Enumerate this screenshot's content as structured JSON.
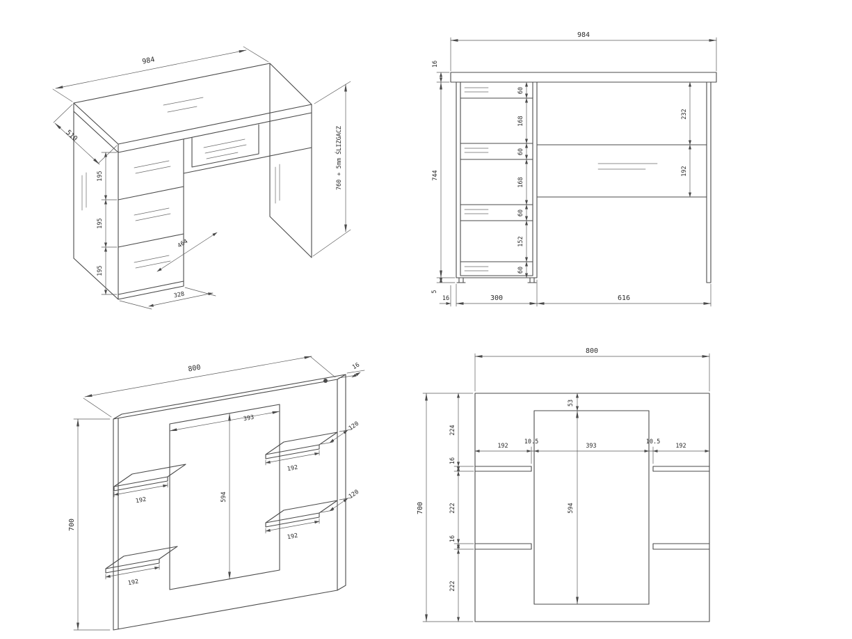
{
  "drawing": {
    "background": "#ffffff",
    "line_color": "#4a4a4a",
    "views": {
      "desk_iso": {
        "title": "desk-isometric-view",
        "dims": {
          "width": "984",
          "depth": "510",
          "drawer_1": "195",
          "drawer_2": "195",
          "drawer_3": "195",
          "diagonal": "464",
          "pedestal_width": "328",
          "height": "760 + 5mm ŚLIZGACZ"
        }
      },
      "desk_front": {
        "title": "desk-front-elevation",
        "dims": {
          "width": "984",
          "top_thickness": "16",
          "side_height": "744",
          "chain": [
            "60",
            "168",
            "60",
            "168",
            "60",
            "152",
            "60"
          ],
          "right_top_gap": "232",
          "back_rail": "192",
          "foot_gap": "5",
          "panel_thickness": "16",
          "pedestal_width": "300",
          "opening_width": "616"
        }
      },
      "panel_iso": {
        "title": "panel-isometric-view",
        "dims": {
          "width": "800",
          "thickness": "16",
          "door_width": "393",
          "door_height": "594",
          "height": "700",
          "shelf_left_1": "192",
          "shelf_left_2": "192",
          "shelf_right_1": "192",
          "shelf_right_2": "192",
          "shelf_depth_1": "120",
          "shelf_depth_2": "120"
        }
      },
      "panel_front": {
        "title": "panel-front-view",
        "dims": {
          "width": "800",
          "height": "700",
          "door_top_gap": "53",
          "door_height": "594",
          "left_chain": [
            "224",
            "16",
            "222",
            "16",
            "222"
          ],
          "bottom_chain": [
            "192",
            "10.5",
            "393",
            "10.5",
            "192"
          ]
        }
      }
    }
  }
}
